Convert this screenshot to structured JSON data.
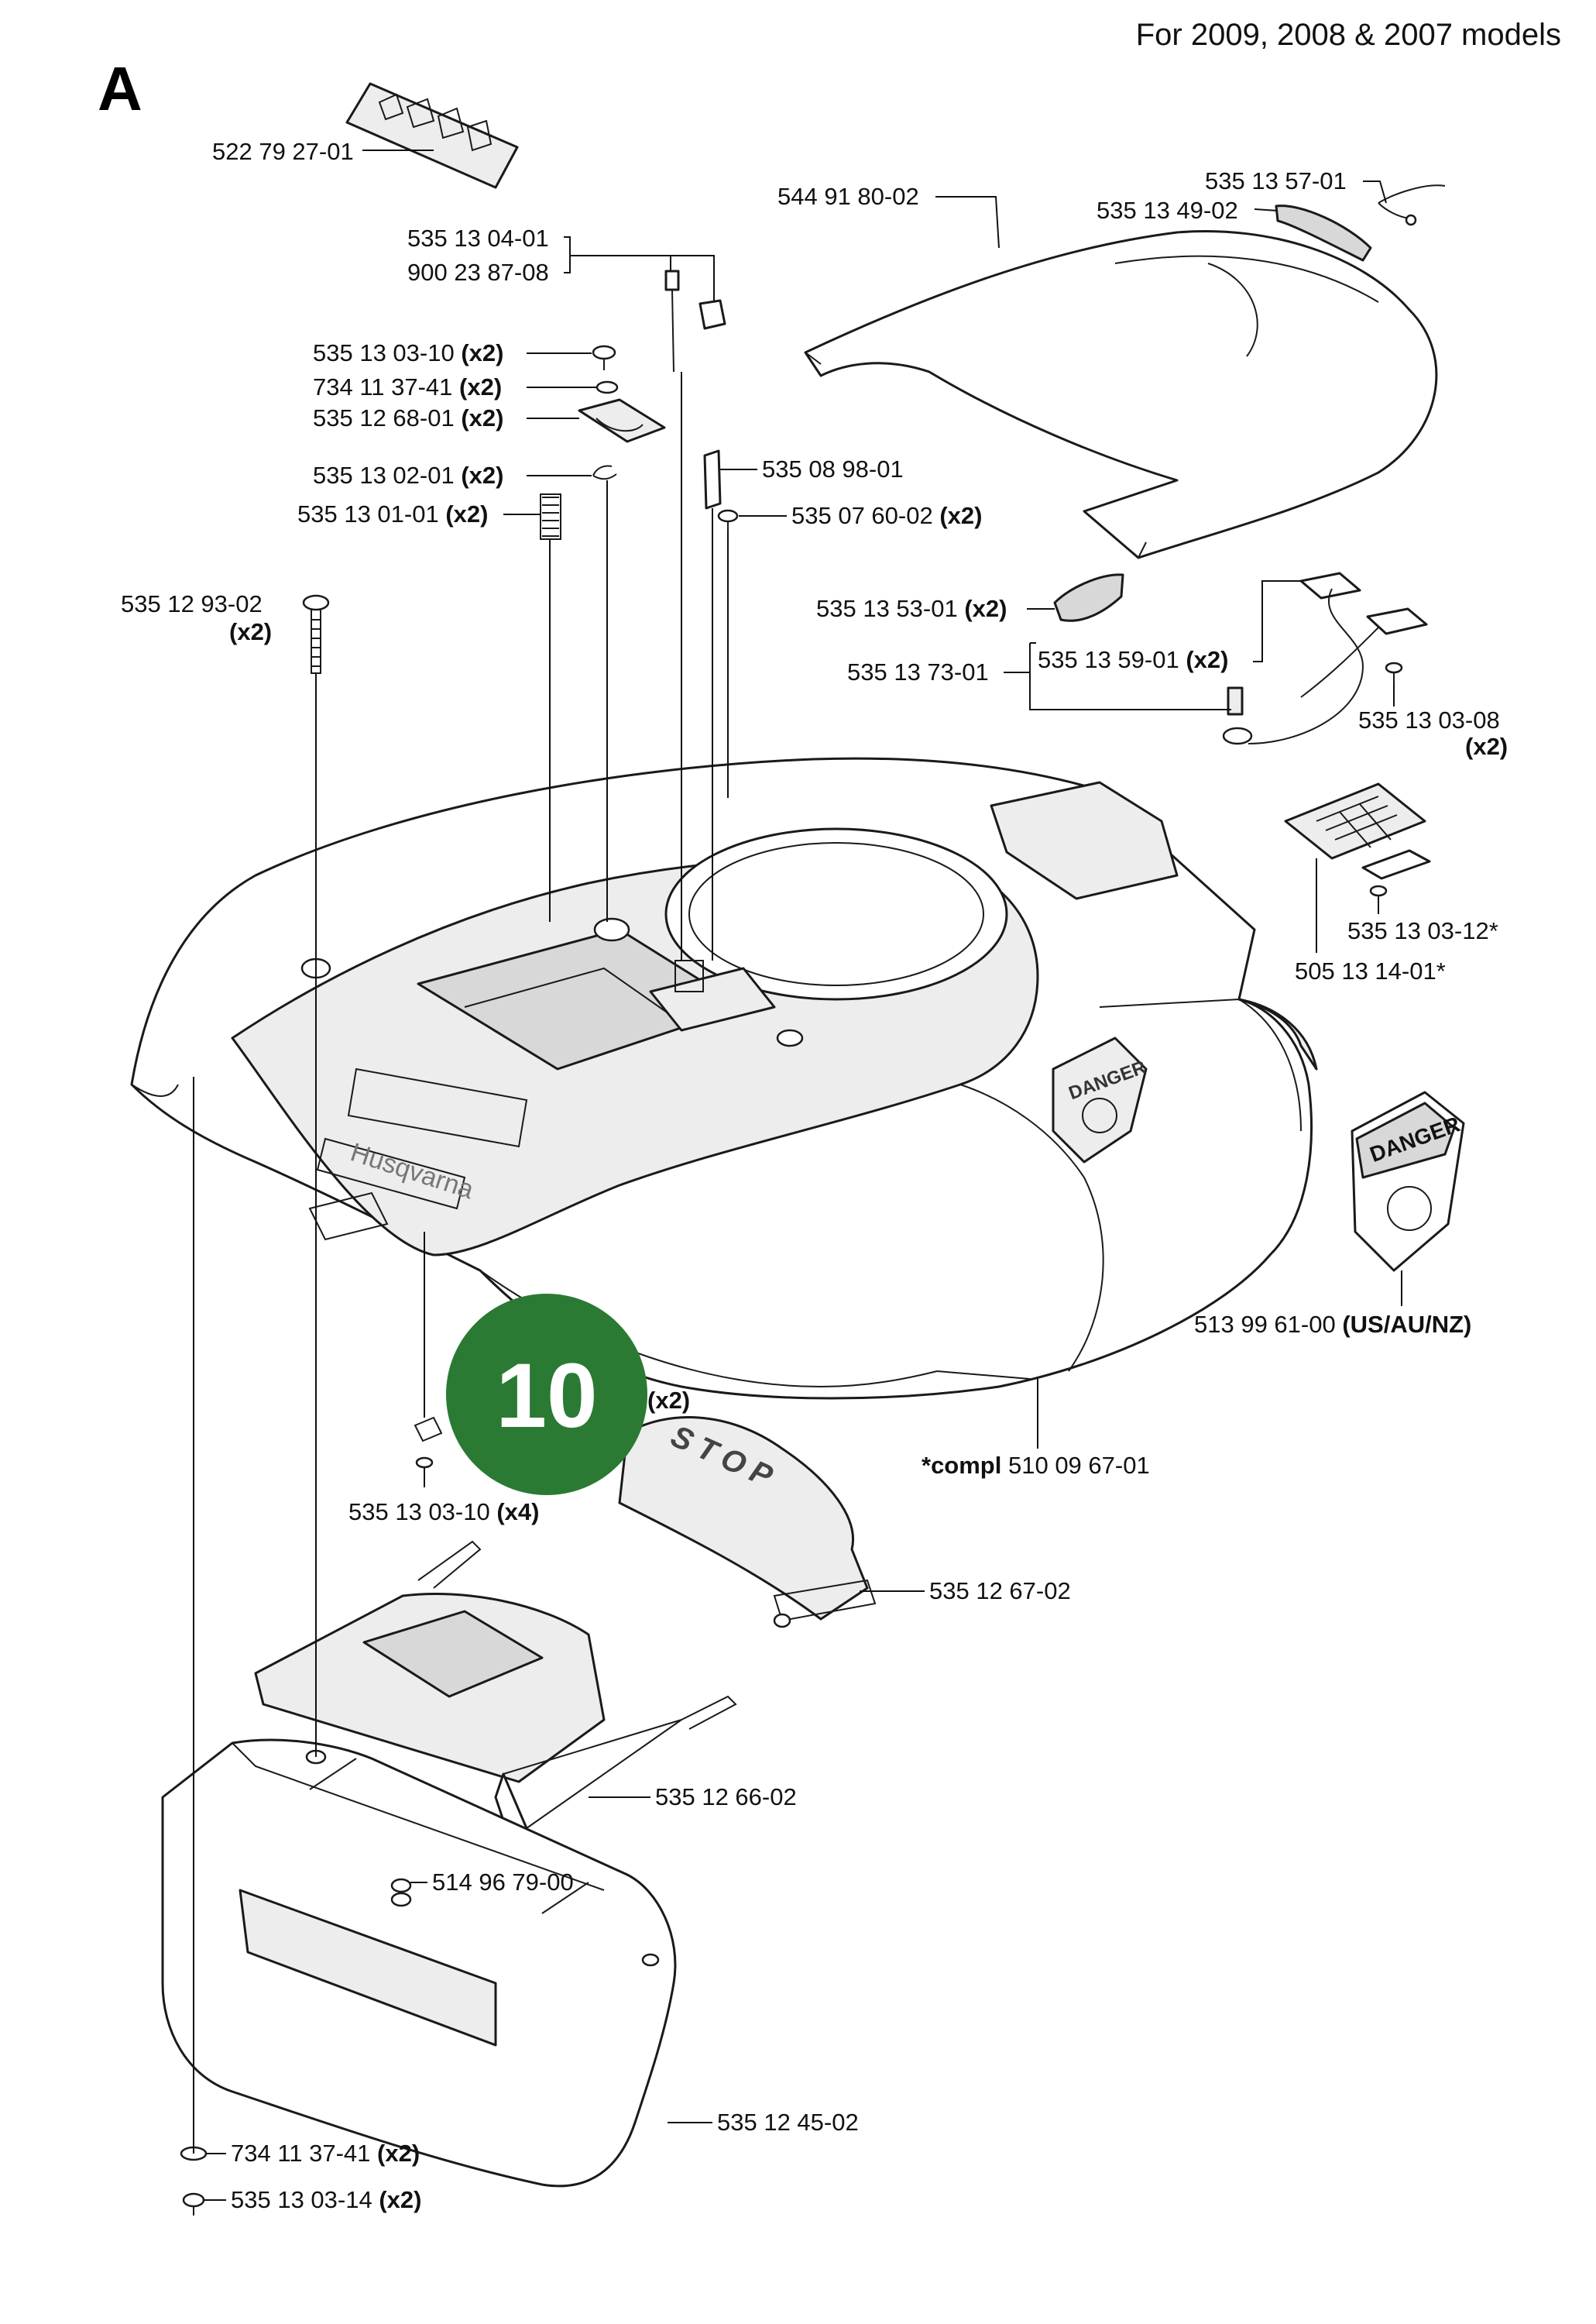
{
  "header": {
    "section_letter": "A",
    "models_note": "For 2009, 2008 & 2007 models"
  },
  "badge": {
    "number": "10",
    "color": "#2a7a34"
  },
  "decals": {
    "danger_word": "DANGER",
    "stop_word": "STOP",
    "brand_word": "Husqvarna"
  },
  "callouts": [
    {
      "id": "c01",
      "part": "522 79 27-01",
      "qty": ""
    },
    {
      "id": "c02",
      "part": "544 91 80-02",
      "qty": ""
    },
    {
      "id": "c03",
      "part": "535 13 57-01",
      "qty": ""
    },
    {
      "id": "c04",
      "part": "535 13 49-02",
      "qty": ""
    },
    {
      "id": "c05",
      "part": "535 13 04-01",
      "qty": ""
    },
    {
      "id": "c06",
      "part": "900 23 87-08",
      "qty": ""
    },
    {
      "id": "c07",
      "part": "535 13 03-10",
      "qty": "(x2)"
    },
    {
      "id": "c08",
      "part": "734 11 37-41",
      "qty": "(x2)"
    },
    {
      "id": "c09",
      "part": "535 12 68-01",
      "qty": "(x2)"
    },
    {
      "id": "c10",
      "part": "535 13 02-01",
      "qty": "(x2)"
    },
    {
      "id": "c11",
      "part": "535 08 98-01",
      "qty": ""
    },
    {
      "id": "c12",
      "part": "535 13 01-01",
      "qty": "(x2)"
    },
    {
      "id": "c13",
      "part": "535 07 60-02",
      "qty": "(x2)"
    },
    {
      "id": "c14",
      "part": "535 12 93-02",
      "qty": "(x2)"
    },
    {
      "id": "c15",
      "part": "535 13 53-01",
      "qty": "(x2)"
    },
    {
      "id": "c16",
      "part": "535 13 73-01",
      "qty": ""
    },
    {
      "id": "c17",
      "part": "535 13 59-01",
      "qty": "(x2)"
    },
    {
      "id": "c18",
      "part": "535 13 03-08",
      "qty": "(x2)"
    },
    {
      "id": "c19",
      "part": "535 13 03-12*",
      "qty": ""
    },
    {
      "id": "c20",
      "part": "505 13 14-01*",
      "qty": ""
    },
    {
      "id": "c21",
      "part": "513 99 61-00",
      "qty": "(US/AU/NZ)"
    },
    {
      "id": "c22",
      "part": "",
      "qty": "(x2)"
    },
    {
      "id": "c23",
      "part": "510 09 67-01",
      "qty": "*compl"
    },
    {
      "id": "c24",
      "part": "535 13 03-10",
      "qty": "(x4)"
    },
    {
      "id": "c25",
      "part": "535 12 67-02",
      "qty": ""
    },
    {
      "id": "c26",
      "part": "535 12 66-02",
      "qty": ""
    },
    {
      "id": "c27",
      "part": "514 96 79-00",
      "qty": ""
    },
    {
      "id": "c28",
      "part": "535 12 45-02",
      "qty": ""
    },
    {
      "id": "c29",
      "part": "734 11 37-41",
      "qty": "(x2)"
    },
    {
      "id": "c30",
      "part": "535 13 03-14",
      "qty": "(x2)"
    }
  ]
}
